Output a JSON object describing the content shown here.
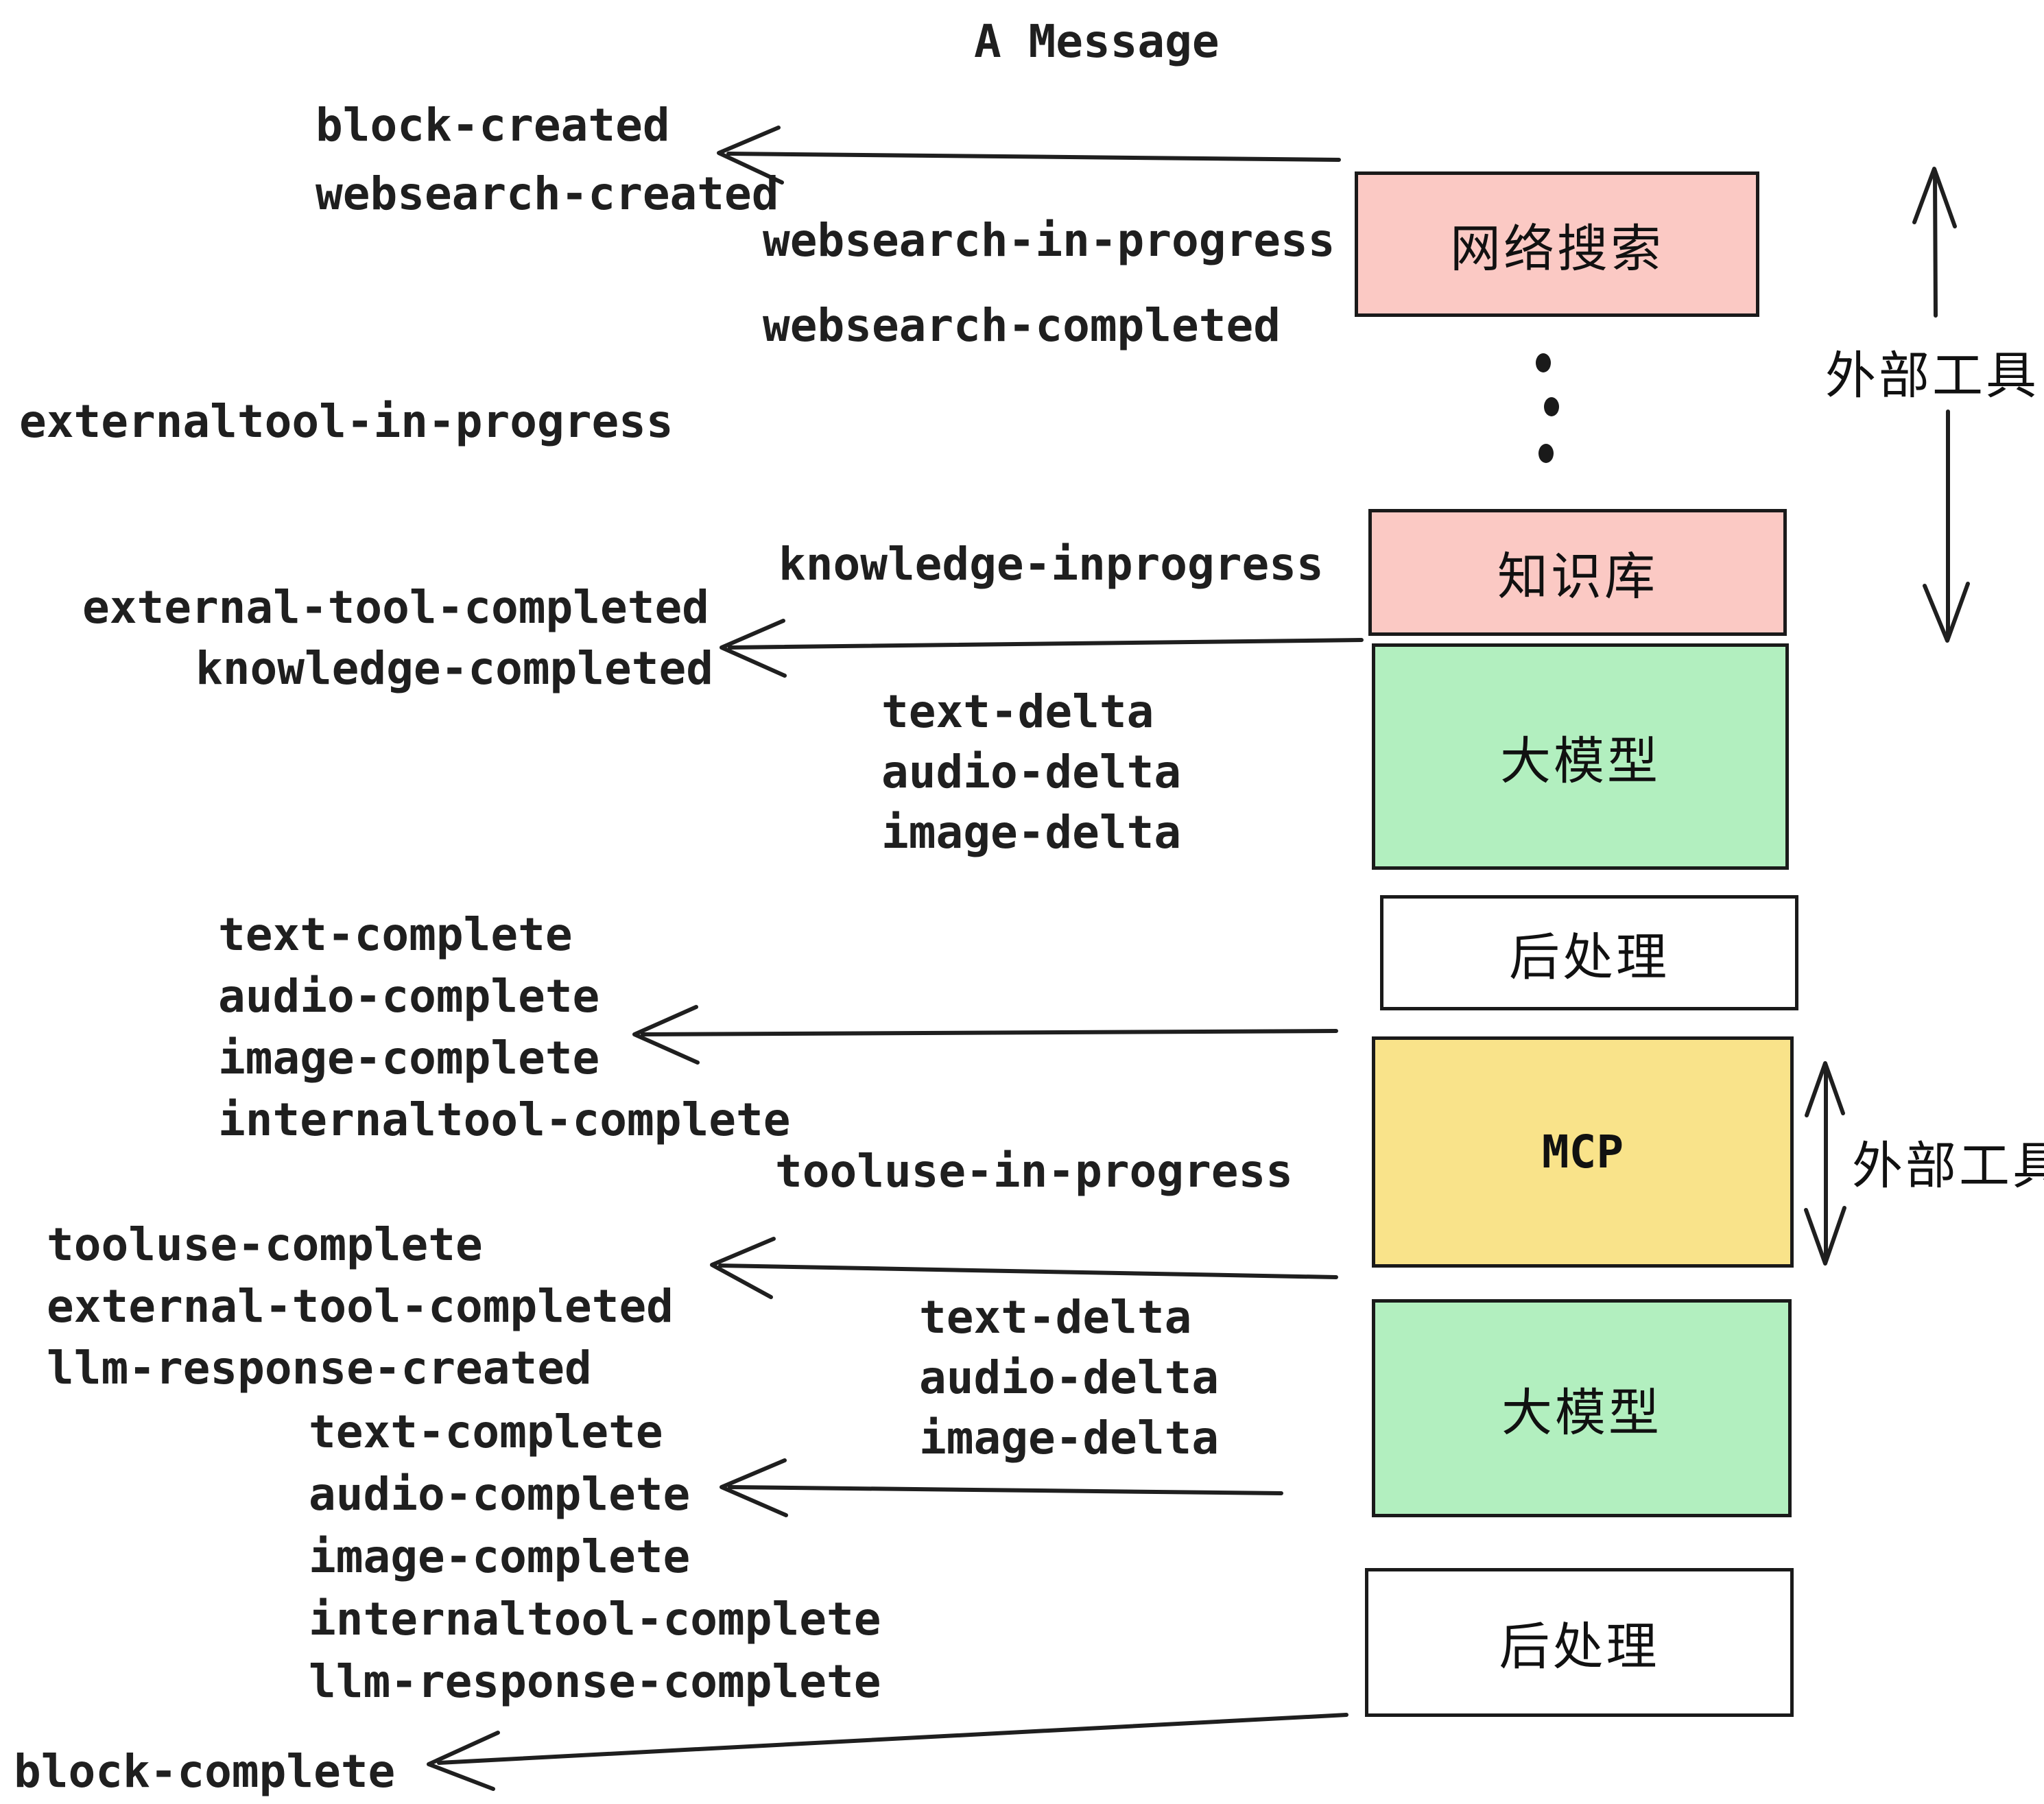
{
  "title": "A Message",
  "boxes": [
    {
      "id": "websearch",
      "label": "网络搜索",
      "fill": "#fbc9c4"
    },
    {
      "id": "knowledge",
      "label": "知识库",
      "fill": "#fbc9c4"
    },
    {
      "id": "llm-1",
      "label": "大模型",
      "fill": "#b2efbf"
    },
    {
      "id": "post-1",
      "label": "后处理",
      "fill": "#ffffff"
    },
    {
      "id": "mcp",
      "label": "MCP",
      "fill": "#f9e38a"
    },
    {
      "id": "llm-2",
      "label": "大模型",
      "fill": "#b2efbf"
    },
    {
      "id": "post-2",
      "label": "后处理",
      "fill": "#ffffff"
    }
  ],
  "events": [
    {
      "text": "block-created"
    },
    {
      "text": "websearch-created"
    },
    {
      "text": "websearch-in-progress"
    },
    {
      "text": "websearch-completed"
    },
    {
      "text": "externaltool-in-progress"
    },
    {
      "text": "knowledge-inprogress"
    },
    {
      "text": "external-tool-completed"
    },
    {
      "text": "knowledge-completed"
    },
    {
      "text": "text-delta"
    },
    {
      "text": "audio-delta"
    },
    {
      "text": "image-delta"
    },
    {
      "text": "text-complete"
    },
    {
      "text": "audio-complete"
    },
    {
      "text": "image-complete"
    },
    {
      "text": "internaltool-complete"
    },
    {
      "text": "tooluse-in-progress"
    },
    {
      "text": "tooluse-complete"
    },
    {
      "text": "external-tool-completed"
    },
    {
      "text": "llm-response-created"
    },
    {
      "text": "text-delta"
    },
    {
      "text": "audio-delta"
    },
    {
      "text": "image-delta"
    },
    {
      "text": "text-complete"
    },
    {
      "text": "audio-complete"
    },
    {
      "text": "image-complete"
    },
    {
      "text": "internaltool-complete"
    },
    {
      "text": "llm-response-complete"
    },
    {
      "text": "block-complete"
    }
  ],
  "side_labels": [
    {
      "text": "外部工具"
    },
    {
      "text": "外部工具"
    }
  ],
  "colors": {
    "background": "#ffffff",
    "stroke": "#1f1f1f",
    "box_border": "#1a1a1a",
    "pink": "#fbc9c4",
    "green": "#b2efbf",
    "yellow": "#f9e38a",
    "white_box": "#ffffff"
  }
}
